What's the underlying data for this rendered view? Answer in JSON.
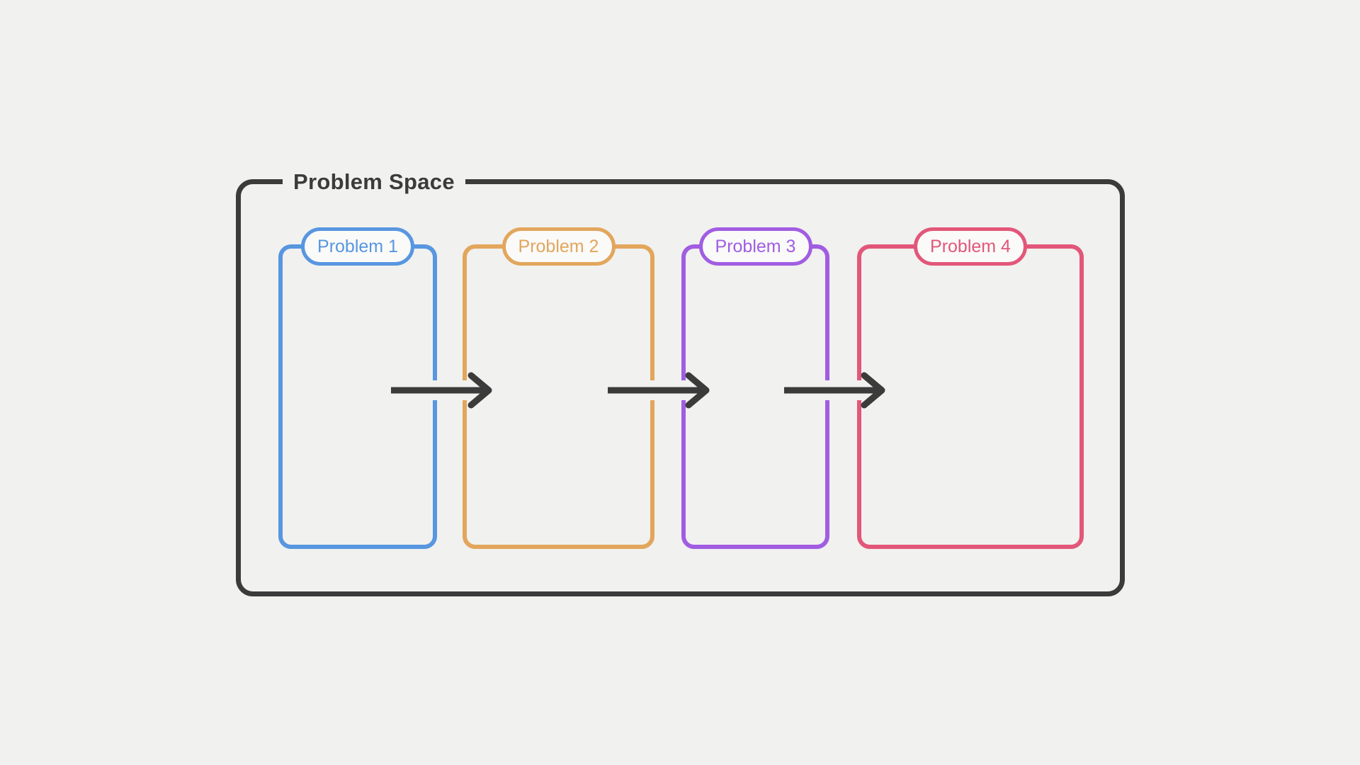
{
  "page": {
    "background": "#f1f1ef"
  },
  "diagram": {
    "title": "Problem Space",
    "frame_color": "#3b3b3b",
    "arrow_color": "#3b3b3b",
    "nodes": [
      {
        "label": "Problem 1",
        "color": "#5896e0"
      },
      {
        "label": "Problem 2",
        "color": "#e2a65c"
      },
      {
        "label": "Problem 3",
        "color": "#a15de2"
      },
      {
        "label": "Problem 4",
        "color": "#e25779"
      }
    ],
    "arrows": [
      {
        "from": "Problem 1",
        "to": "Problem 2"
      },
      {
        "from": "Problem 2",
        "to": "Problem 3"
      },
      {
        "from": "Problem 3",
        "to": "Problem 4"
      }
    ]
  }
}
